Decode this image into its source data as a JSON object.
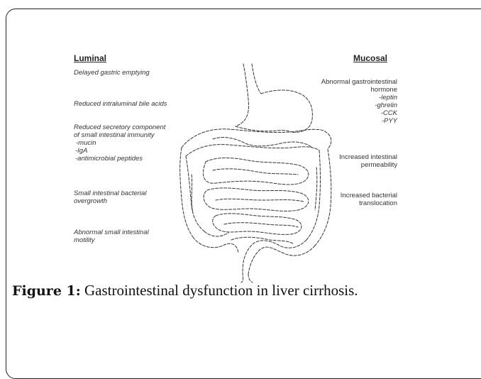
{
  "luminal": {
    "heading": "Luminal",
    "items": [
      "Delayed gastric emptying",
      "Reduced intraluminal bile acids",
      "Reduced secretory component",
      "of small intestinal immunity",
      "-mucin",
      "-IgA",
      "-antimicrobial peptides",
      "Small intestinal bacterial",
      "overgrowth",
      "Abnormal small intestinal",
      "motility"
    ]
  },
  "mucosal": {
    "heading": "Mucosal",
    "items": [
      "Abnormal gastrointestinal",
      "hormone",
      "-leptin",
      "-ghrelin",
      "-CCK",
      "-PYY",
      "Increased intestinal",
      "permeability",
      "Increased bacterial",
      "translocation"
    ]
  },
  "caption": {
    "label": "Figure 1:",
    "text": "Gastrointestinal dysfunction in liver cirrhosis."
  }
}
